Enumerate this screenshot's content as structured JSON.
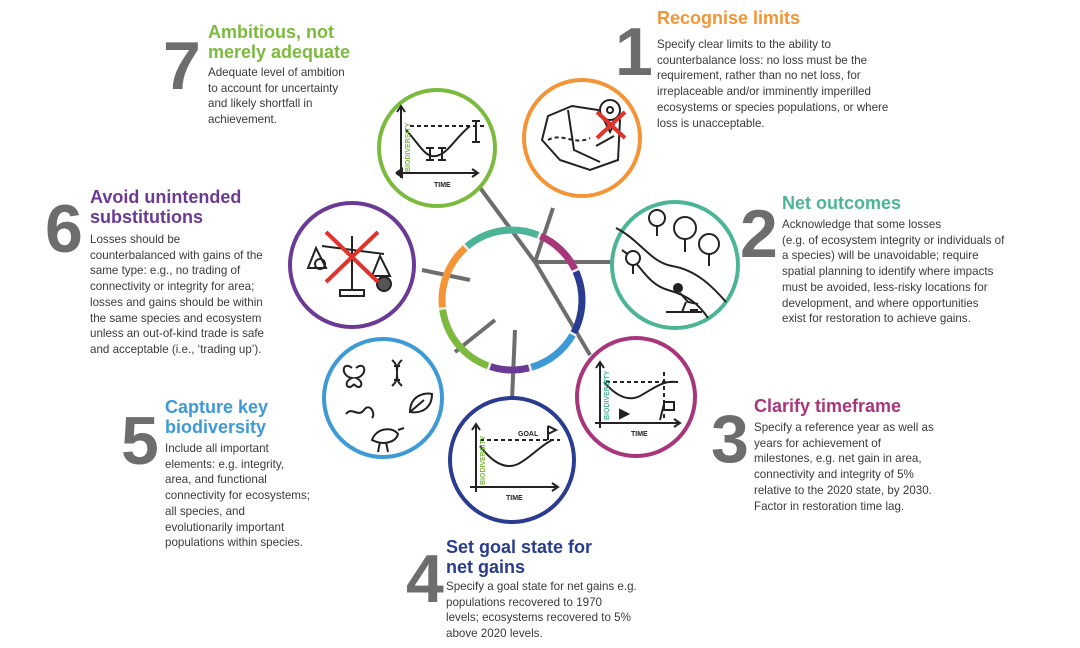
{
  "colors": {
    "orange": "#f39537",
    "teal": "#4db597",
    "magenta": "#a8367a",
    "navy": "#2a3c8f",
    "blue": "#3d9ad6",
    "purple": "#6a3a94",
    "green": "#7cba3d",
    "red": "#e0332b",
    "number_gray": "#6d6d6d"
  },
  "principles": [
    {
      "number": "1",
      "title_lines": [
        "Recognise limits"
      ],
      "desc_lines": [
        "Specify clear limits to the ability to",
        "counterbalance loss: no loss must be the",
        "requirement, rather than no net loss, for",
        "irreplaceable and/or imminently imperilled",
        "ecosystems or species populations, or where",
        "loss is unacceptable."
      ]
    },
    {
      "number": "2",
      "title_lines": [
        "Net outcomes"
      ],
      "desc_lines": [
        "Acknowledge that some losses",
        "(e.g. of ecosystem integrity or individuals of",
        "a species) will be unavoidable; require",
        "spatial planning to identify where impacts",
        "must be avoided, less-risky locations for",
        "development, and where opportunities",
        "exist for restoration to achieve gains."
      ]
    },
    {
      "number": "3",
      "title_lines": [
        "Clarify timeframe"
      ],
      "desc_lines": [
        "Specify a reference year as well as",
        "years for achievement of",
        "milestones, e.g. net gain in area,",
        "connectivity and integrity of 5%",
        "relative to the 2020 state, by 2030.",
        "Factor in restoration time lag."
      ]
    },
    {
      "number": "4",
      "title_lines": [
        "Set goal state for",
        "net gains"
      ],
      "desc_lines": [
        "Specify a goal state for net gains e.g.",
        "populations recovered to 1970",
        "levels; ecosystems recovered to 5%",
        "above 2020 levels."
      ]
    },
    {
      "number": "5",
      "title_lines": [
        "Capture key",
        "biodiversity"
      ],
      "desc_lines": [
        "Include all important",
        "elements: e.g. integrity,",
        "area, and functional",
        "connectivity for ecosystems;",
        "all species, and",
        "evolutionarily important",
        "populations within species."
      ]
    },
    {
      "number": "6",
      "title_lines": [
        "Avoid unintended",
        "substitutions"
      ],
      "desc_lines": [
        "Losses should be",
        "counterbalanced with gains of the",
        "same type: e.g., no trading of",
        "connectivity or integrity for area;",
        "losses and gains should be within",
        "the same species and ecosystem",
        "unless an out-of-kind trade is safe",
        "and acceptable (i.e., ‘trading up’)."
      ]
    },
    {
      "number": "7",
      "title_lines": [
        "Ambitious, not",
        "merely adequate"
      ],
      "desc_lines": [
        "Adequate level of ambition",
        "to account for uncertainty",
        "and likely shortfall in",
        "achievement."
      ]
    }
  ],
  "icon_labels": {
    "biodiversity": "BIODIVERSITY",
    "time": "TIME",
    "goal": "GOAL"
  }
}
